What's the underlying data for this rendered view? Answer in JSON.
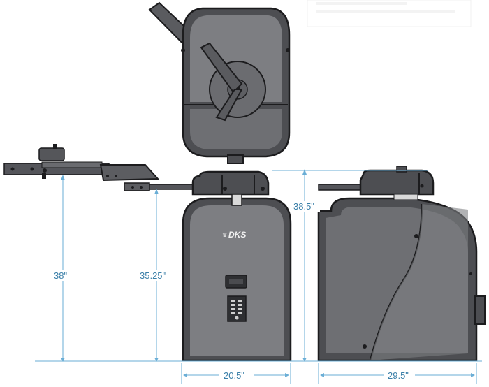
{
  "brand": {
    "logo_text": "DKS"
  },
  "dimensions": {
    "arm_height": "38\"",
    "front_height": "35.25\"",
    "total_height": "38.5\"",
    "front_width": "20.5\"",
    "side_depth": "29.5\""
  },
  "colors": {
    "housing": "#4d4e52",
    "housing_highlight": "#7d7e82",
    "outline": "#1c1c1e",
    "dimension_line": "#6aaed6",
    "dimension_text": "#3a7fa8"
  }
}
